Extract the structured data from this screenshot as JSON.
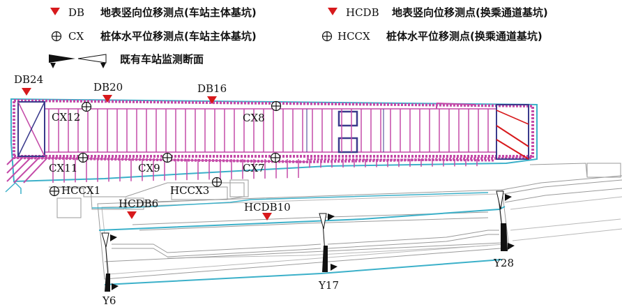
{
  "legend": {
    "db": {
      "code": "DB",
      "desc": "地表竖向位移测点(车站主体基坑)"
    },
    "hcdb": {
      "code": "HCDB",
      "desc": "地表竖向位移测点(换乘通道基坑)"
    },
    "cx": {
      "code": "CX",
      "desc": "桩体水平位移测点(车站主体基坑)"
    },
    "hccx": {
      "code": "HCCX",
      "desc": "桩体水平位移测点(换乘通道基坑)"
    },
    "section": {
      "desc": "既有车站监测断面"
    }
  },
  "colors": {
    "marker_red": "#d7191c",
    "pit_outline": "#c44aa8",
    "channel_cyan": "#3bb0c9",
    "drawing_gray": "#9a9a9a",
    "ink": "#111111"
  },
  "surface_points": [
    {
      "label": "DB24"
    },
    {
      "label": "DB20"
    },
    {
      "label": "DB16"
    },
    {
      "label": "HCDB6"
    },
    {
      "label": "HCDB10"
    }
  ],
  "pile_points": [
    {
      "label": "CX12"
    },
    {
      "label": "CX8"
    },
    {
      "label": "CX11"
    },
    {
      "label": "CX9"
    },
    {
      "label": "CX7"
    },
    {
      "label": "HCCX1"
    },
    {
      "label": "HCCX3"
    }
  ],
  "sections": [
    {
      "label": "Y6"
    },
    {
      "label": "Y17"
    },
    {
      "label": "Y28"
    }
  ]
}
